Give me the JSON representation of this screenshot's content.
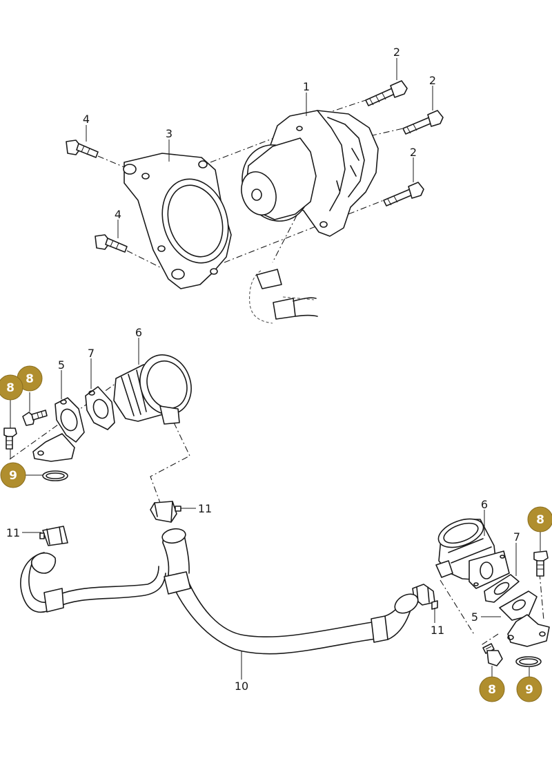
{
  "callouts": {
    "pump": "1",
    "bolt_a": "2",
    "bolt_b": "2",
    "bolt_c": "2",
    "bracket": "3",
    "bolt_4a": "4",
    "bolt_4b": "4",
    "flange_left": "5",
    "valve_left": "6",
    "gasket_left": "7",
    "clamp_mid": "11",
    "clamp_left": "11",
    "clamp_right": "11",
    "hose": "10",
    "valve_right": "6",
    "gasket_right": "7",
    "flange_right": "5"
  },
  "badges": {
    "color": "#b08e2e",
    "text_color": "#ffffff",
    "items": [
      "8",
      "8",
      "9",
      "8",
      "8",
      "9"
    ]
  }
}
